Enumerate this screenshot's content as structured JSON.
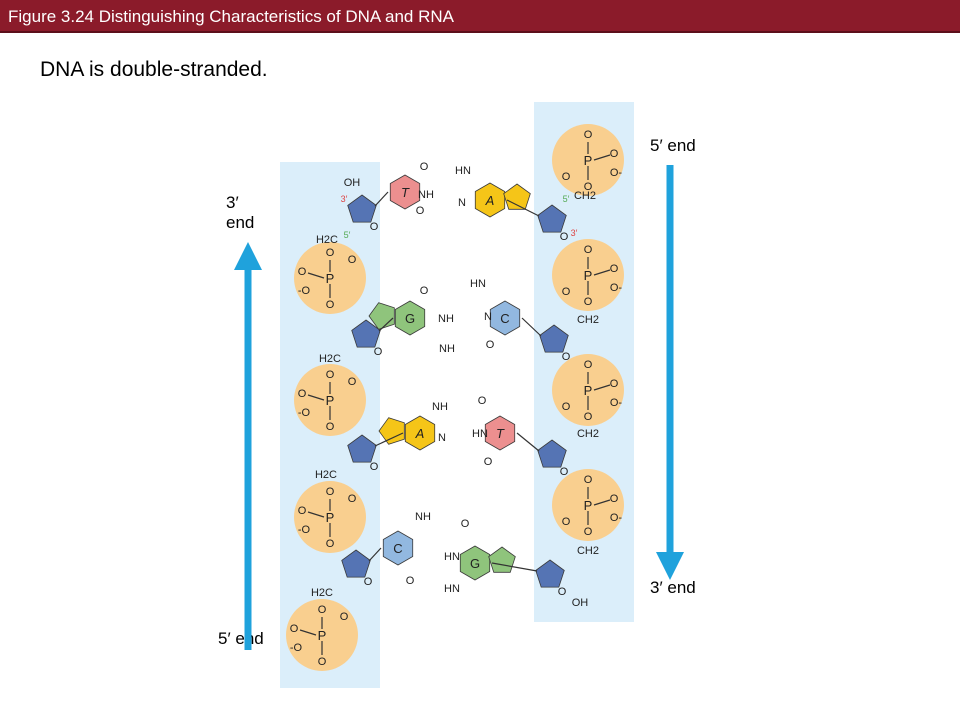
{
  "header": {
    "title": "Figure 3.24 Distinguishing Characteristics of DNA and RNA"
  },
  "subtitle": "DNA is double-stranded.",
  "labels": {
    "left_top": "3′ end",
    "left_top_num": "3′",
    "left_top_word": "end",
    "left_bottom": "5′ end",
    "right_top": "5′ end",
    "right_bottom": "3′ end"
  },
  "molecule": {
    "phosphate": "P",
    "oxygen": "O",
    "neg_oxygen": "O-",
    "neg_oxygen_left": "-O",
    "hydroxyl": "OH",
    "ch2": "CH",
    "h2c": "H",
    "amine": "NH",
    "hn": "HN",
    "nitrogen": "N",
    "prime3": "3′",
    "prime5": "5′",
    "sub2": "2"
  },
  "bases": {
    "left": [
      "T",
      "G",
      "A",
      "C"
    ],
    "right": [
      "A",
      "C",
      "T",
      "G"
    ]
  },
  "colors": {
    "title_bar": "#8b1b2a",
    "strand_bg": "#dbeefa",
    "phosphate": "#f9cf8f",
    "sugar": "#5574b4",
    "arrow": "#1fa2dc",
    "base_T": "#ec8f8f",
    "base_A": "#f5c518",
    "base_G": "#8fc47c",
    "base_C": "#92b8e0"
  }
}
